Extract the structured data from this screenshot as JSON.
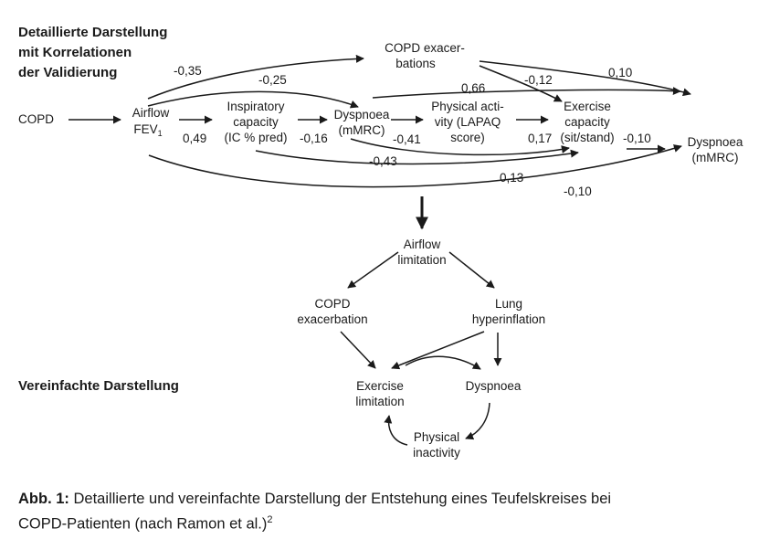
{
  "headings": {
    "detailed": [
      "Detaillierte Darstellung",
      "mit Korrelationen",
      "der Validierung"
    ],
    "simplified": "Vereinfachte Darstellung"
  },
  "nodes": {
    "copd": "COPD",
    "airflow_l1": "Airflow",
    "airflow_l2": "FEV",
    "airflow_sub": "1",
    "inspiratory": [
      "Inspiratory",
      "capacity",
      "(IC % pred)"
    ],
    "dyspnoea1": [
      "Dyspnoea",
      "(mMRC)"
    ],
    "physical": [
      "Physical acti-",
      "vity (LAPAQ",
      "score)"
    ],
    "copd_exac": [
      "COPD exacer-",
      "bations"
    ],
    "exercise": [
      "Exercise",
      "capacity",
      "(sit/stand)"
    ],
    "dyspnoea2": [
      "Dyspnoea",
      "(mMRC)"
    ]
  },
  "coefficients": {
    "c035": "-0,35",
    "c025": "-0,25",
    "c066": "0,66",
    "c012": "-0,12",
    "c010a": "0,10",
    "c049": "0,49",
    "c016": "-0,16",
    "c041": "-0,41",
    "c017": "0,17",
    "c010b": "-0,10",
    "c043": "-0,43",
    "c013": "0,13",
    "c010c": "-0,10"
  },
  "simple_nodes": {
    "airflow_lim": [
      "Airflow",
      "limitation"
    ],
    "copd_exac": [
      "COPD",
      "exacerbation"
    ],
    "lung_hyper": [
      "Lung",
      "hyperinflation"
    ],
    "exercise_lim": [
      "Exercise",
      "limitation"
    ],
    "dyspnoea": "Dyspnoea",
    "phys_inact": [
      "Physical",
      "inactivity"
    ]
  },
  "caption": {
    "label": "Abb. 1:",
    "text": " Detaillierte und vereinfachte Darstellung der Entstehung eines Teufelskreises bei",
    "line2": "COPD-Patienten (nach Ramon et al.)",
    "superscript": "2"
  }
}
